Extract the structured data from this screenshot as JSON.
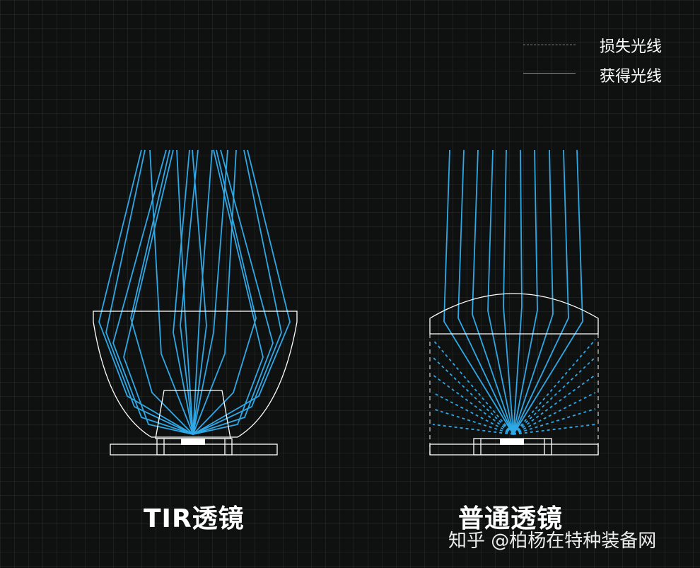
{
  "legend": {
    "lost_label": "损失光线",
    "gained_label": "获得光线"
  },
  "captions": {
    "tir": "TIR透镜",
    "normal": "普通透镜"
  },
  "watermark": "知乎 @柏杨在特种装备网",
  "colors": {
    "ray": "#2fa8e6",
    "outline": "#ffffff",
    "led": "#7fe0ff",
    "background": "#0f1010"
  }
}
